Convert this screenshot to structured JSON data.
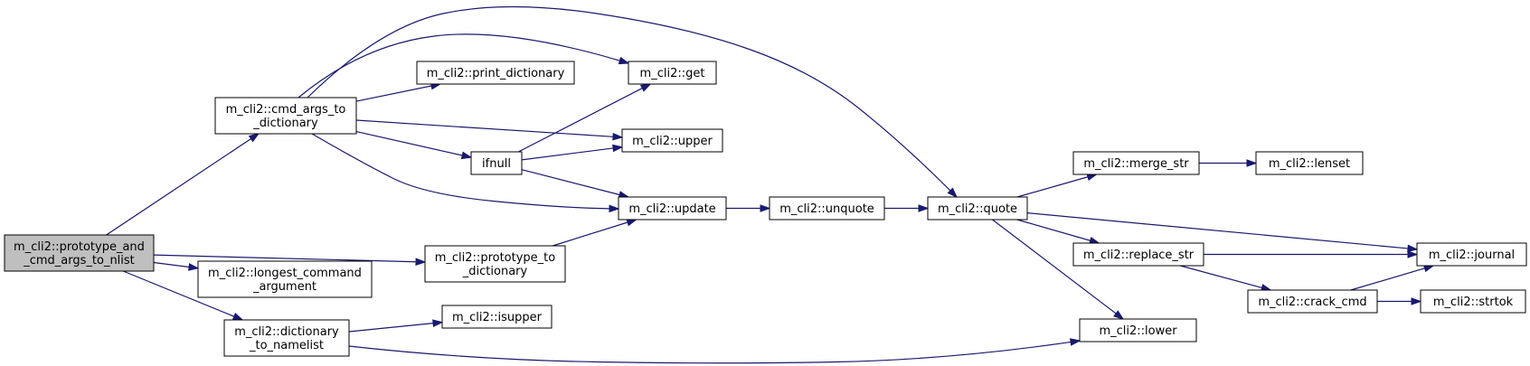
{
  "graph": {
    "title": "",
    "nodes": [
      {
        "id": "prototype_and",
        "lines": [
          "m_cli2::prototype_and",
          "_cmd_args_to_nlist"
        ],
        "root": true
      },
      {
        "id": "cmd_args_to_dictionary",
        "lines": [
          "m_cli2::cmd_args_to",
          "_dictionary"
        ]
      },
      {
        "id": "prototype_to_dictionary",
        "lines": [
          "m_cli2::prototype_to",
          "_dictionary"
        ]
      },
      {
        "id": "longest_command_argument",
        "lines": [
          "m_cli2::longest_command",
          "_argument"
        ]
      },
      {
        "id": "dictionary_to_namelist",
        "lines": [
          "m_cli2::dictionary",
          "_to_namelist"
        ]
      },
      {
        "id": "print_dictionary",
        "lines": [
          "m_cli2::print_dictionary"
        ]
      },
      {
        "id": "ifnull",
        "lines": [
          "ifnull"
        ]
      },
      {
        "id": "isupper",
        "lines": [
          "m_cli2::isupper"
        ]
      },
      {
        "id": "get",
        "lines": [
          "m_cli2::get"
        ]
      },
      {
        "id": "upper",
        "lines": [
          "m_cli2::upper"
        ]
      },
      {
        "id": "update",
        "lines": [
          "m_cli2::update"
        ]
      },
      {
        "id": "unquote",
        "lines": [
          "m_cli2::unquote"
        ]
      },
      {
        "id": "quote",
        "lines": [
          "m_cli2::quote"
        ]
      },
      {
        "id": "merge_str",
        "lines": [
          "m_cli2::merge_str"
        ]
      },
      {
        "id": "replace_str",
        "lines": [
          "m_cli2::replace_str"
        ]
      },
      {
        "id": "lower",
        "lines": [
          "m_cli2::lower"
        ]
      },
      {
        "id": "lenset",
        "lines": [
          "m_cli2::lenset"
        ]
      },
      {
        "id": "crack_cmd",
        "lines": [
          "m_cli2::crack_cmd"
        ]
      },
      {
        "id": "journal",
        "lines": [
          "m_cli2::journal"
        ]
      },
      {
        "id": "strtok",
        "lines": [
          "m_cli2::strtok"
        ]
      }
    ],
    "edges": [
      {
        "from": "prototype_and",
        "to": "cmd_args_to_dictionary"
      },
      {
        "from": "prototype_and",
        "to": "prototype_to_dictionary"
      },
      {
        "from": "prototype_and",
        "to": "longest_command_argument"
      },
      {
        "from": "prototype_and",
        "to": "dictionary_to_namelist"
      },
      {
        "from": "cmd_args_to_dictionary",
        "to": "print_dictionary"
      },
      {
        "from": "cmd_args_to_dictionary",
        "to": "get"
      },
      {
        "from": "cmd_args_to_dictionary",
        "to": "quote"
      },
      {
        "from": "cmd_args_to_dictionary",
        "to": "upper"
      },
      {
        "from": "cmd_args_to_dictionary",
        "to": "ifnull"
      },
      {
        "from": "cmd_args_to_dictionary",
        "to": "update"
      },
      {
        "from": "ifnull",
        "to": "get"
      },
      {
        "from": "ifnull",
        "to": "upper"
      },
      {
        "from": "ifnull",
        "to": "update"
      },
      {
        "from": "prototype_to_dictionary",
        "to": "update"
      },
      {
        "from": "update",
        "to": "unquote"
      },
      {
        "from": "unquote",
        "to": "quote"
      },
      {
        "from": "quote",
        "to": "merge_str"
      },
      {
        "from": "quote",
        "to": "journal"
      },
      {
        "from": "quote",
        "to": "replace_str"
      },
      {
        "from": "quote",
        "to": "lower"
      },
      {
        "from": "merge_str",
        "to": "lenset"
      },
      {
        "from": "replace_str",
        "to": "journal"
      },
      {
        "from": "replace_str",
        "to": "crack_cmd"
      },
      {
        "from": "crack_cmd",
        "to": "journal"
      },
      {
        "from": "crack_cmd",
        "to": "strtok"
      },
      {
        "from": "dictionary_to_namelist",
        "to": "isupper"
      },
      {
        "from": "dictionary_to_namelist",
        "to": "lower"
      }
    ]
  }
}
